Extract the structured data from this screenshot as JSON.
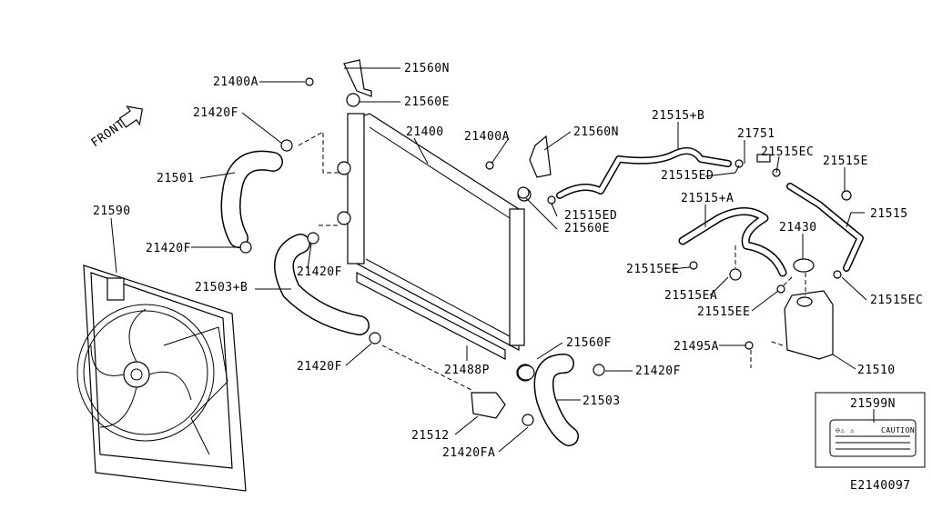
{
  "diagram_code": "E2140097",
  "front_label": "FRONT",
  "labels": {
    "l21400A_top": "21400A",
    "l21560N_top": "21560N",
    "l21560E_top": "21560E",
    "l21420F_upper": "21420F",
    "l21400": "21400",
    "l21400A_mid": "21400A",
    "l21560N_mid": "21560N",
    "l21515B": "21515+B",
    "l21751": "21751",
    "l21515EC_top": "21515EC",
    "l21515E": "21515E",
    "l21501": "21501",
    "l21515ED_right": "21515ED",
    "l21515ED_mid": "21515ED",
    "l21560E_mid": "21560E",
    "l21515A": "21515+A",
    "l21515": "21515",
    "l21590": "21590",
    "l21430": "21430",
    "l21420F_left": "21420F",
    "l21420F_center": "21420F",
    "l21515EE_left": "21515EE",
    "l21503B": "21503+B",
    "l21515EA": "21515EA",
    "l21515EE_right": "21515EE",
    "l21515EC_right": "21515EC",
    "l21560F": "21560F",
    "l21495A": "21495A",
    "l21420F_low": "21420F",
    "l21488P": "21488P",
    "l21420F_right": "21420F",
    "l21510": "21510",
    "l21503": "21503",
    "l21599N": "21599N",
    "l21512": "21512",
    "l21420FA": "21420FA"
  },
  "caution_label_text": "CAUTION"
}
